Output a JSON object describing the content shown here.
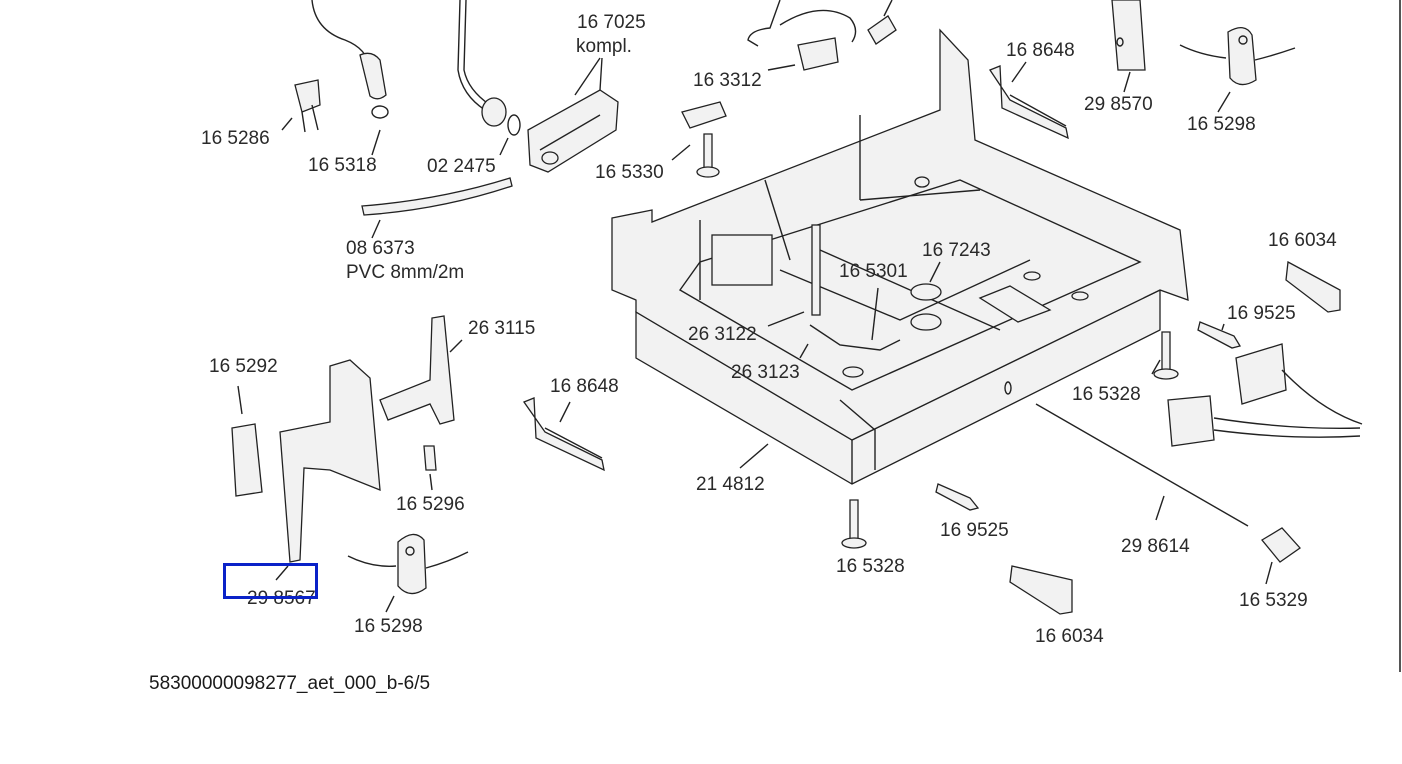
{
  "labels": {
    "l_167025": "16 7025",
    "l_kompl": "kompl.",
    "l_163312": "16 3312",
    "l_168648_top": "16 8648",
    "l_298570": "29 8570",
    "l_165298_top": "16 5298",
    "l_165286": "16 5286",
    "l_165318": "16 5318",
    "l_022475": "02 2475",
    "l_165330": "16 5330",
    "l_086373": "08 6373",
    "l_pvc": "PVC 8mm/2m",
    "l_166034_right": "16 6034",
    "l_169525_right": "16 9525",
    "l_167243": "16 7243",
    "l_165301": "16 5301",
    "l_263115": "26 3115",
    "l_165292": "16 5292",
    "l_263122": "26 3122",
    "l_263123": "26 3123",
    "l_168648_mid": "16 8648",
    "l_165328_right": "16 5328",
    "l_165296": "16 5296",
    "l_214812": "21 4812",
    "l_169525_bottom": "16 9525",
    "l_298614": "29 8614",
    "l_298567": "29 8567",
    "l_165328_bottom": "16 5328",
    "l_165298_bottom": "16 5298",
    "l_166034_bottom": "16 6034",
    "l_165329": "16 5329"
  },
  "caption": "58300000098277_aet_000_b-6/5",
  "highlight": {
    "color": "#0a22c8",
    "target": "29 8567"
  }
}
